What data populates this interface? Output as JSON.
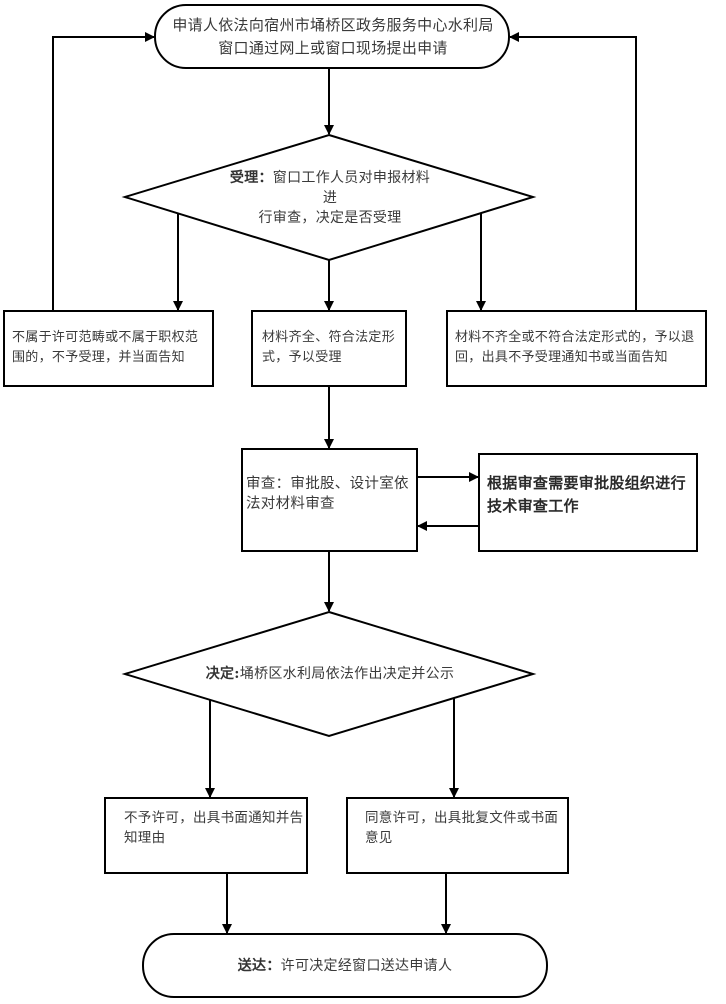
{
  "diagram": {
    "type": "flowchart",
    "colors": {
      "stroke": "#000000",
      "text": "#3a3a3a",
      "background": "#ffffff"
    },
    "nodes": {
      "start": {
        "shape": "terminator",
        "line1": "申请人依法向宿州市埇桥区政务服务中心水利局",
        "line2": "窗口通过网上或窗口现场提出申请"
      },
      "accept_decision": {
        "shape": "diamond",
        "label": "受理：",
        "line1": "窗口工作人员对申报材料进",
        "line2": "行审查，决定是否受理"
      },
      "out_of_scope": {
        "shape": "process",
        "text": "不属于许可范畴或不属于职权范围的，不予受理，并当面告知"
      },
      "accepted": {
        "shape": "process",
        "text": "材料齐全、符合法定形式，予以受理"
      },
      "incomplete": {
        "shape": "process",
        "text": "材料不齐全或不符合法定形式的，予以退回，出具不予受理通知书或当面告知"
      },
      "review": {
        "shape": "process",
        "text": "审查：审批股、设计室依法对材料审查"
      },
      "tech_review": {
        "shape": "process",
        "text": "根据审查需要审批股组织进行技术审查工作"
      },
      "decision": {
        "shape": "diamond",
        "label": "决定:",
        "text": "埇桥区水利局依法作出决定并公示"
      },
      "deny": {
        "shape": "process",
        "text": "不予许可，出具书面通知并告知理由"
      },
      "approve": {
        "shape": "process",
        "text": "同意许可，出具批复文件或书面意见"
      },
      "deliver": {
        "shape": "terminator",
        "label": "送达：",
        "text": "许可决定经窗口送达申请人"
      }
    },
    "edges": [
      {
        "from": "start",
        "to": "accept_decision"
      },
      {
        "from": "accept_decision",
        "to": "out_of_scope"
      },
      {
        "from": "accept_decision",
        "to": "accepted"
      },
      {
        "from": "accept_decision",
        "to": "incomplete"
      },
      {
        "from": "out_of_scope",
        "to": "start"
      },
      {
        "from": "incomplete",
        "to": "start"
      },
      {
        "from": "accepted",
        "to": "review"
      },
      {
        "from": "review",
        "to": "tech_review"
      },
      {
        "from": "tech_review",
        "to": "review"
      },
      {
        "from": "review",
        "to": "decision"
      },
      {
        "from": "decision",
        "to": "deny"
      },
      {
        "from": "decision",
        "to": "approve"
      },
      {
        "from": "deny",
        "to": "deliver"
      },
      {
        "from": "approve",
        "to": "deliver"
      }
    ]
  }
}
